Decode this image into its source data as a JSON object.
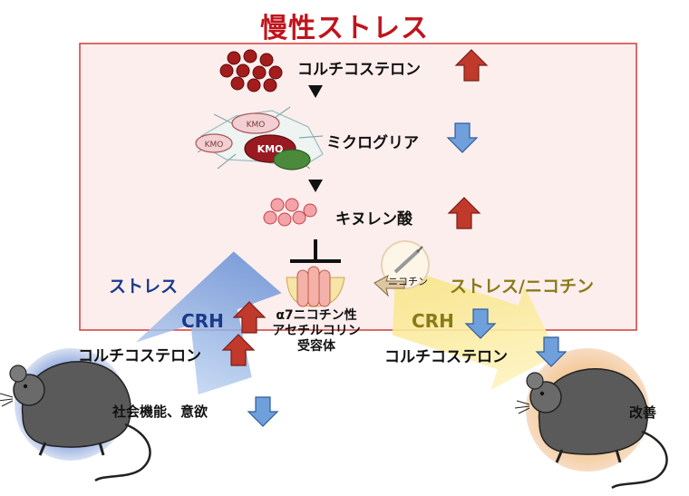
{
  "title": "慢性ストレス",
  "pathway": {
    "cortisol": "コルチコステロン",
    "microglia": "ミクログリア",
    "kynurenic_acid": "キヌレン酸",
    "kmo_cells": [
      "KMO",
      "KMO",
      "KMO"
    ],
    "receptor": [
      "α7ニコチン性",
      "アセチルコリン",
      "受容体"
    ],
    "nicotine_tag": "ニコチン"
  },
  "left": {
    "stress": "ストレス",
    "crh": "CRH",
    "cortisol": "コルチコステロン",
    "social": "社会機能、意欲"
  },
  "right": {
    "stress_nicotine": "ストレス/ニコチン",
    "crh": "CRH",
    "cortisol": "コルチコステロン",
    "improve": "改善"
  },
  "colors": {
    "title_red": "#c0141c",
    "up_arrow": "#c0392b",
    "down_arrow": "#6fa0dc",
    "box_border": "#d23b3b",
    "box_fill": "#fdeeee",
    "stress_blue": "#1a3a8a",
    "nicotine_gold": "#8a7a18"
  }
}
